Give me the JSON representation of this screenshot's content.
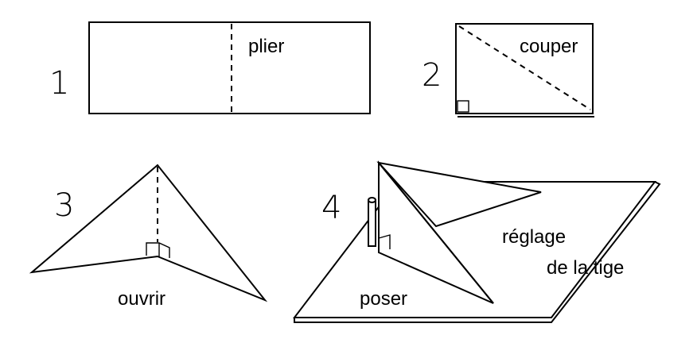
{
  "steps": [
    {
      "number": "1",
      "caption": "plier"
    },
    {
      "number": "2",
      "caption": "couper"
    },
    {
      "number": "3",
      "caption": "ouvrir"
    },
    {
      "number": "4",
      "caption": "poser"
    }
  ],
  "adjust_label": {
    "line1": "réglage",
    "line2": "de la tige"
  }
}
